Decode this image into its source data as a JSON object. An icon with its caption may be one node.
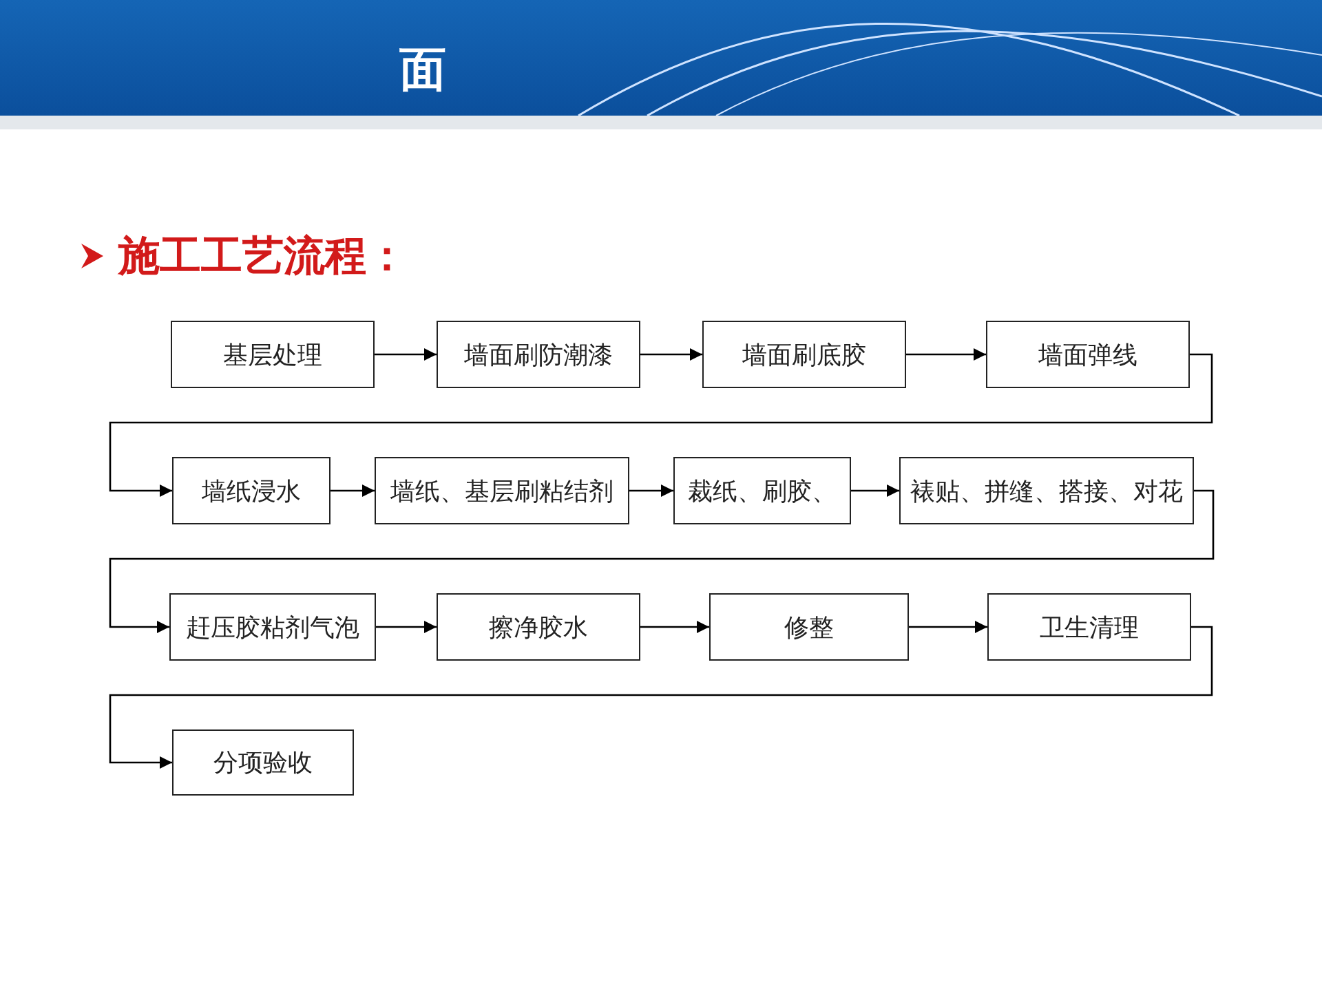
{
  "diagram": {
    "title": "施工工艺流程：",
    "nodes": [
      {
        "text": [
          "基层处理"
        ]
      },
      {
        "text": [
          "墙面刷防潮漆"
        ]
      },
      {
        "text": [
          "墙面刷底胶"
        ]
      },
      {
        "text": [
          "墙面弹线"
        ]
      },
      {
        "text": [
          "墙纸浸水"
        ]
      },
      {
        "text": [
          "墙纸、基层刷粘结剂"
        ]
      },
      {
        "text": [
          "裁纸、刷胶、"
        ]
      },
      {
        "text": [
          "裱贴、拼缝、搭接、对花"
        ]
      },
      {
        "text": [
          "赶压胶粘剂气泡"
        ]
      },
      {
        "text": [
          "擦净胶水"
        ]
      },
      {
        "text": [
          "修整"
        ]
      },
      {
        "text": [
          "卫生清理"
        ]
      },
      {
        "text": [
          "分项验收"
        ]
      }
    ],
    "edges": [
      {
        "from": 0,
        "to": 1,
        "arrow": "to"
      },
      {
        "from": 1,
        "to": 2,
        "arrow": "to"
      },
      {
        "from": 2,
        "to": 3,
        "arrow": "to"
      },
      {
        "from": 3,
        "to": 4,
        "arrow": "to"
      },
      {
        "from": 4,
        "to": 5,
        "arrow": "to"
      },
      {
        "from": 5,
        "to": 6,
        "arrow": "to"
      },
      {
        "from": 6,
        "to": 7,
        "arrow": "to"
      },
      {
        "from": 7,
        "to": 8,
        "arrow": "to"
      },
      {
        "from": 8,
        "to": 9,
        "arrow": "to"
      },
      {
        "from": 9,
        "to": 10,
        "arrow": "to"
      },
      {
        "from": 10,
        "to": 11,
        "arrow": "to"
      },
      {
        "from": 11,
        "to": 12,
        "arrow": "to"
      }
    ],
    "labels": [
      "面"
    ]
  }
}
